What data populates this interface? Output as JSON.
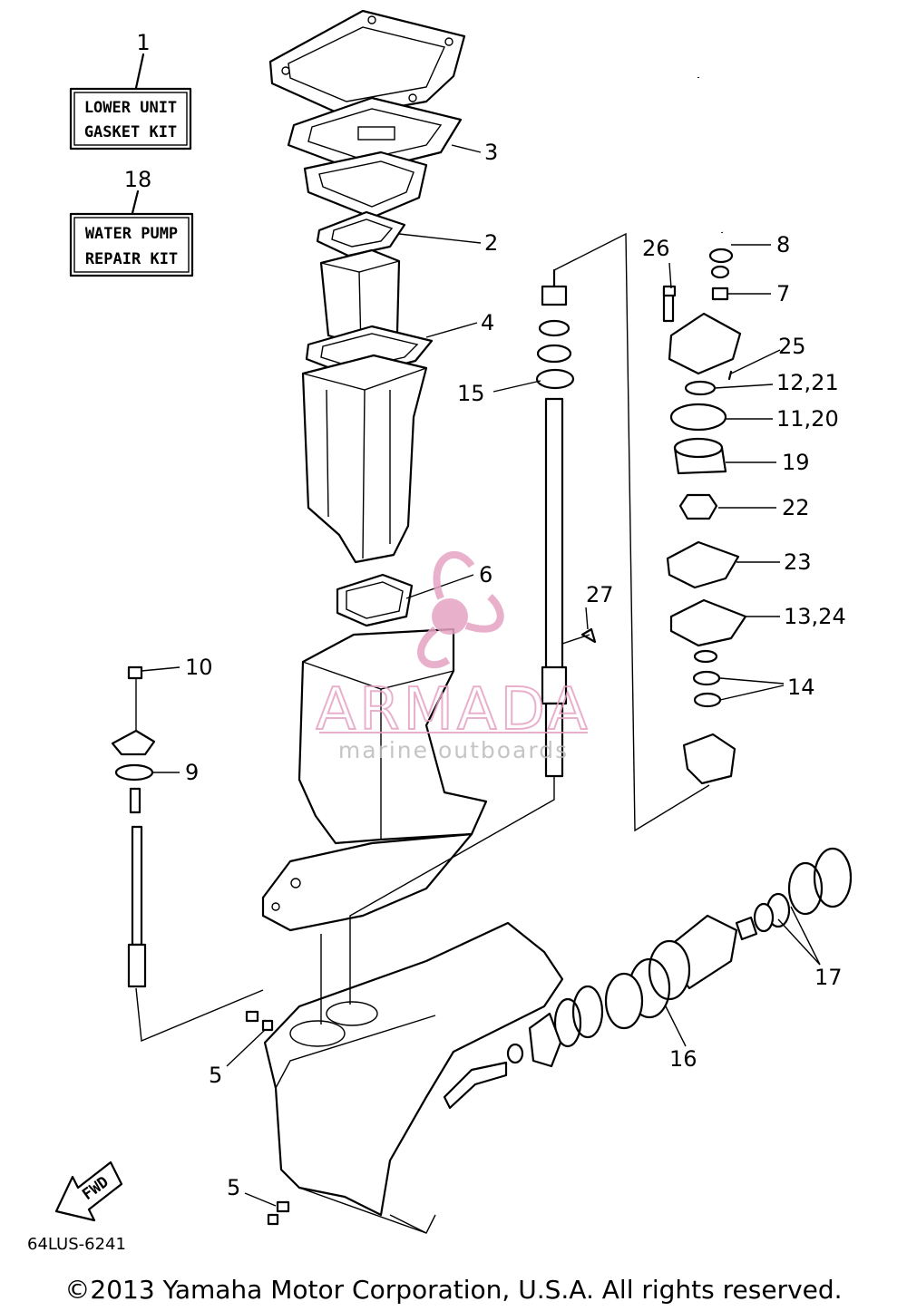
{
  "kits": {
    "gasket": {
      "number": "1",
      "line1": "LOWER UNIT",
      "line2": "GASKET KIT"
    },
    "pump": {
      "number": "18",
      "line1": "WATER PUMP",
      "line2": "REPAIR KIT"
    }
  },
  "callouts": {
    "c2": "2",
    "c3": "3",
    "c4": "4",
    "c5a": "5",
    "c5b": "5",
    "c6": "6",
    "c7": "7",
    "c8": "8",
    "c9": "9",
    "c10": "10",
    "c11": "11,20",
    "c12": "12,21",
    "c13": "13,24",
    "c14": "14",
    "c15": "15",
    "c16": "16",
    "c17": "17",
    "c19": "19",
    "c22": "22",
    "c23": "23",
    "c25": "25",
    "c26": "26",
    "c27": "27"
  },
  "fwd_label": "FWD",
  "diagram_code": "64LUS-6241",
  "copyright": "©2013 Yamaha Motor Corporation, U.S.A. All rights reserved.",
  "watermark": {
    "name": "ARMADA",
    "tagline": "marine outboards",
    "color": "#e6a3c4"
  }
}
